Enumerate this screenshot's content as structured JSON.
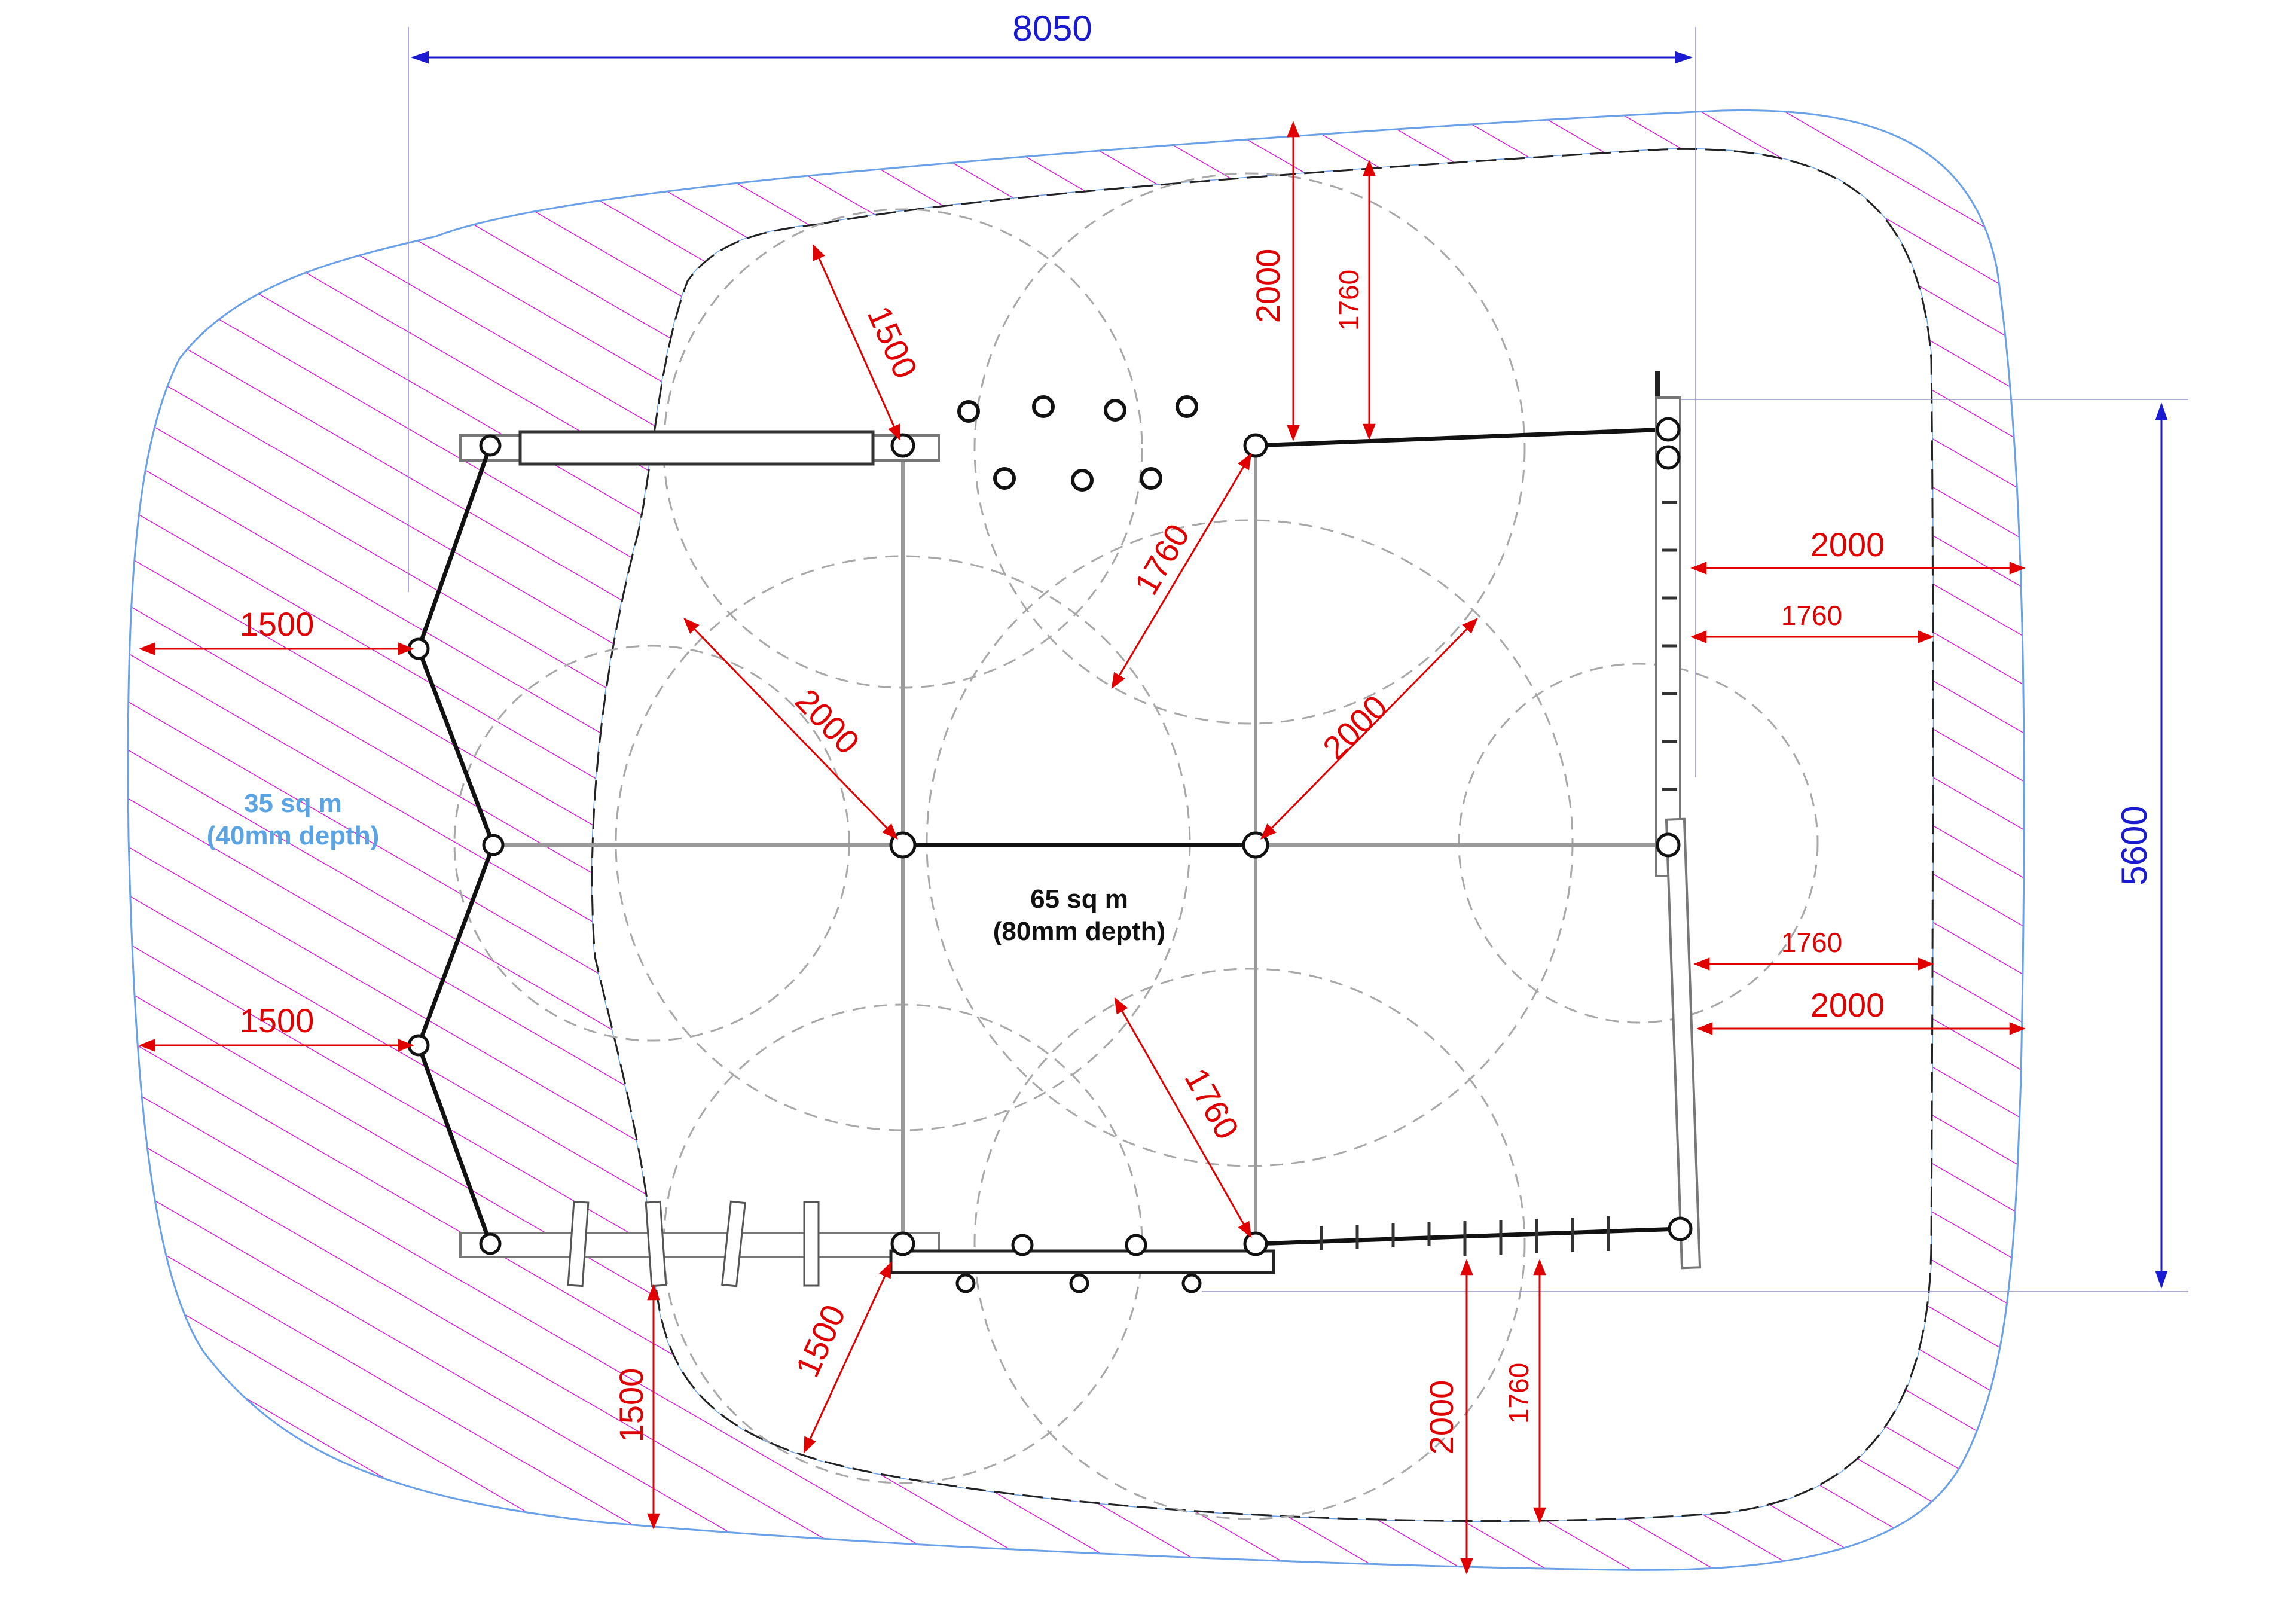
{
  "areas": {
    "outer": {
      "label_line1": "35 sq m",
      "label_line2": "(40mm depth)",
      "color": "#5aa4e4"
    },
    "inner": {
      "label_line1": "65 sq m",
      "label_line2": "(80mm depth)",
      "color": "#111111"
    }
  },
  "colors": {
    "hatch": "#d020d0",
    "boundary": "#6aa0e8",
    "dimension_red": "#e00000",
    "dimension_blue": "#1a1ad0"
  },
  "dimensions": {
    "overall_width": "8050",
    "overall_depth": "5600",
    "left_upper": "1500",
    "left_lower": "1500",
    "top_left_diag": "1500",
    "bottom_left_diag": "1500",
    "bottom_left_vert": "1500",
    "top_right_outer": "2000",
    "top_right_inner": "1760",
    "center_left_diag": "2000",
    "center_right_diag": "2000",
    "upper_mid_diag": "1760",
    "lower_mid_diag": "1760",
    "right_upper_outer": "2000",
    "right_upper_inner": "1760",
    "right_lower_inner": "1760",
    "right_lower_outer": "2000",
    "bottom_outer": "2000",
    "bottom_inner": "1760"
  }
}
